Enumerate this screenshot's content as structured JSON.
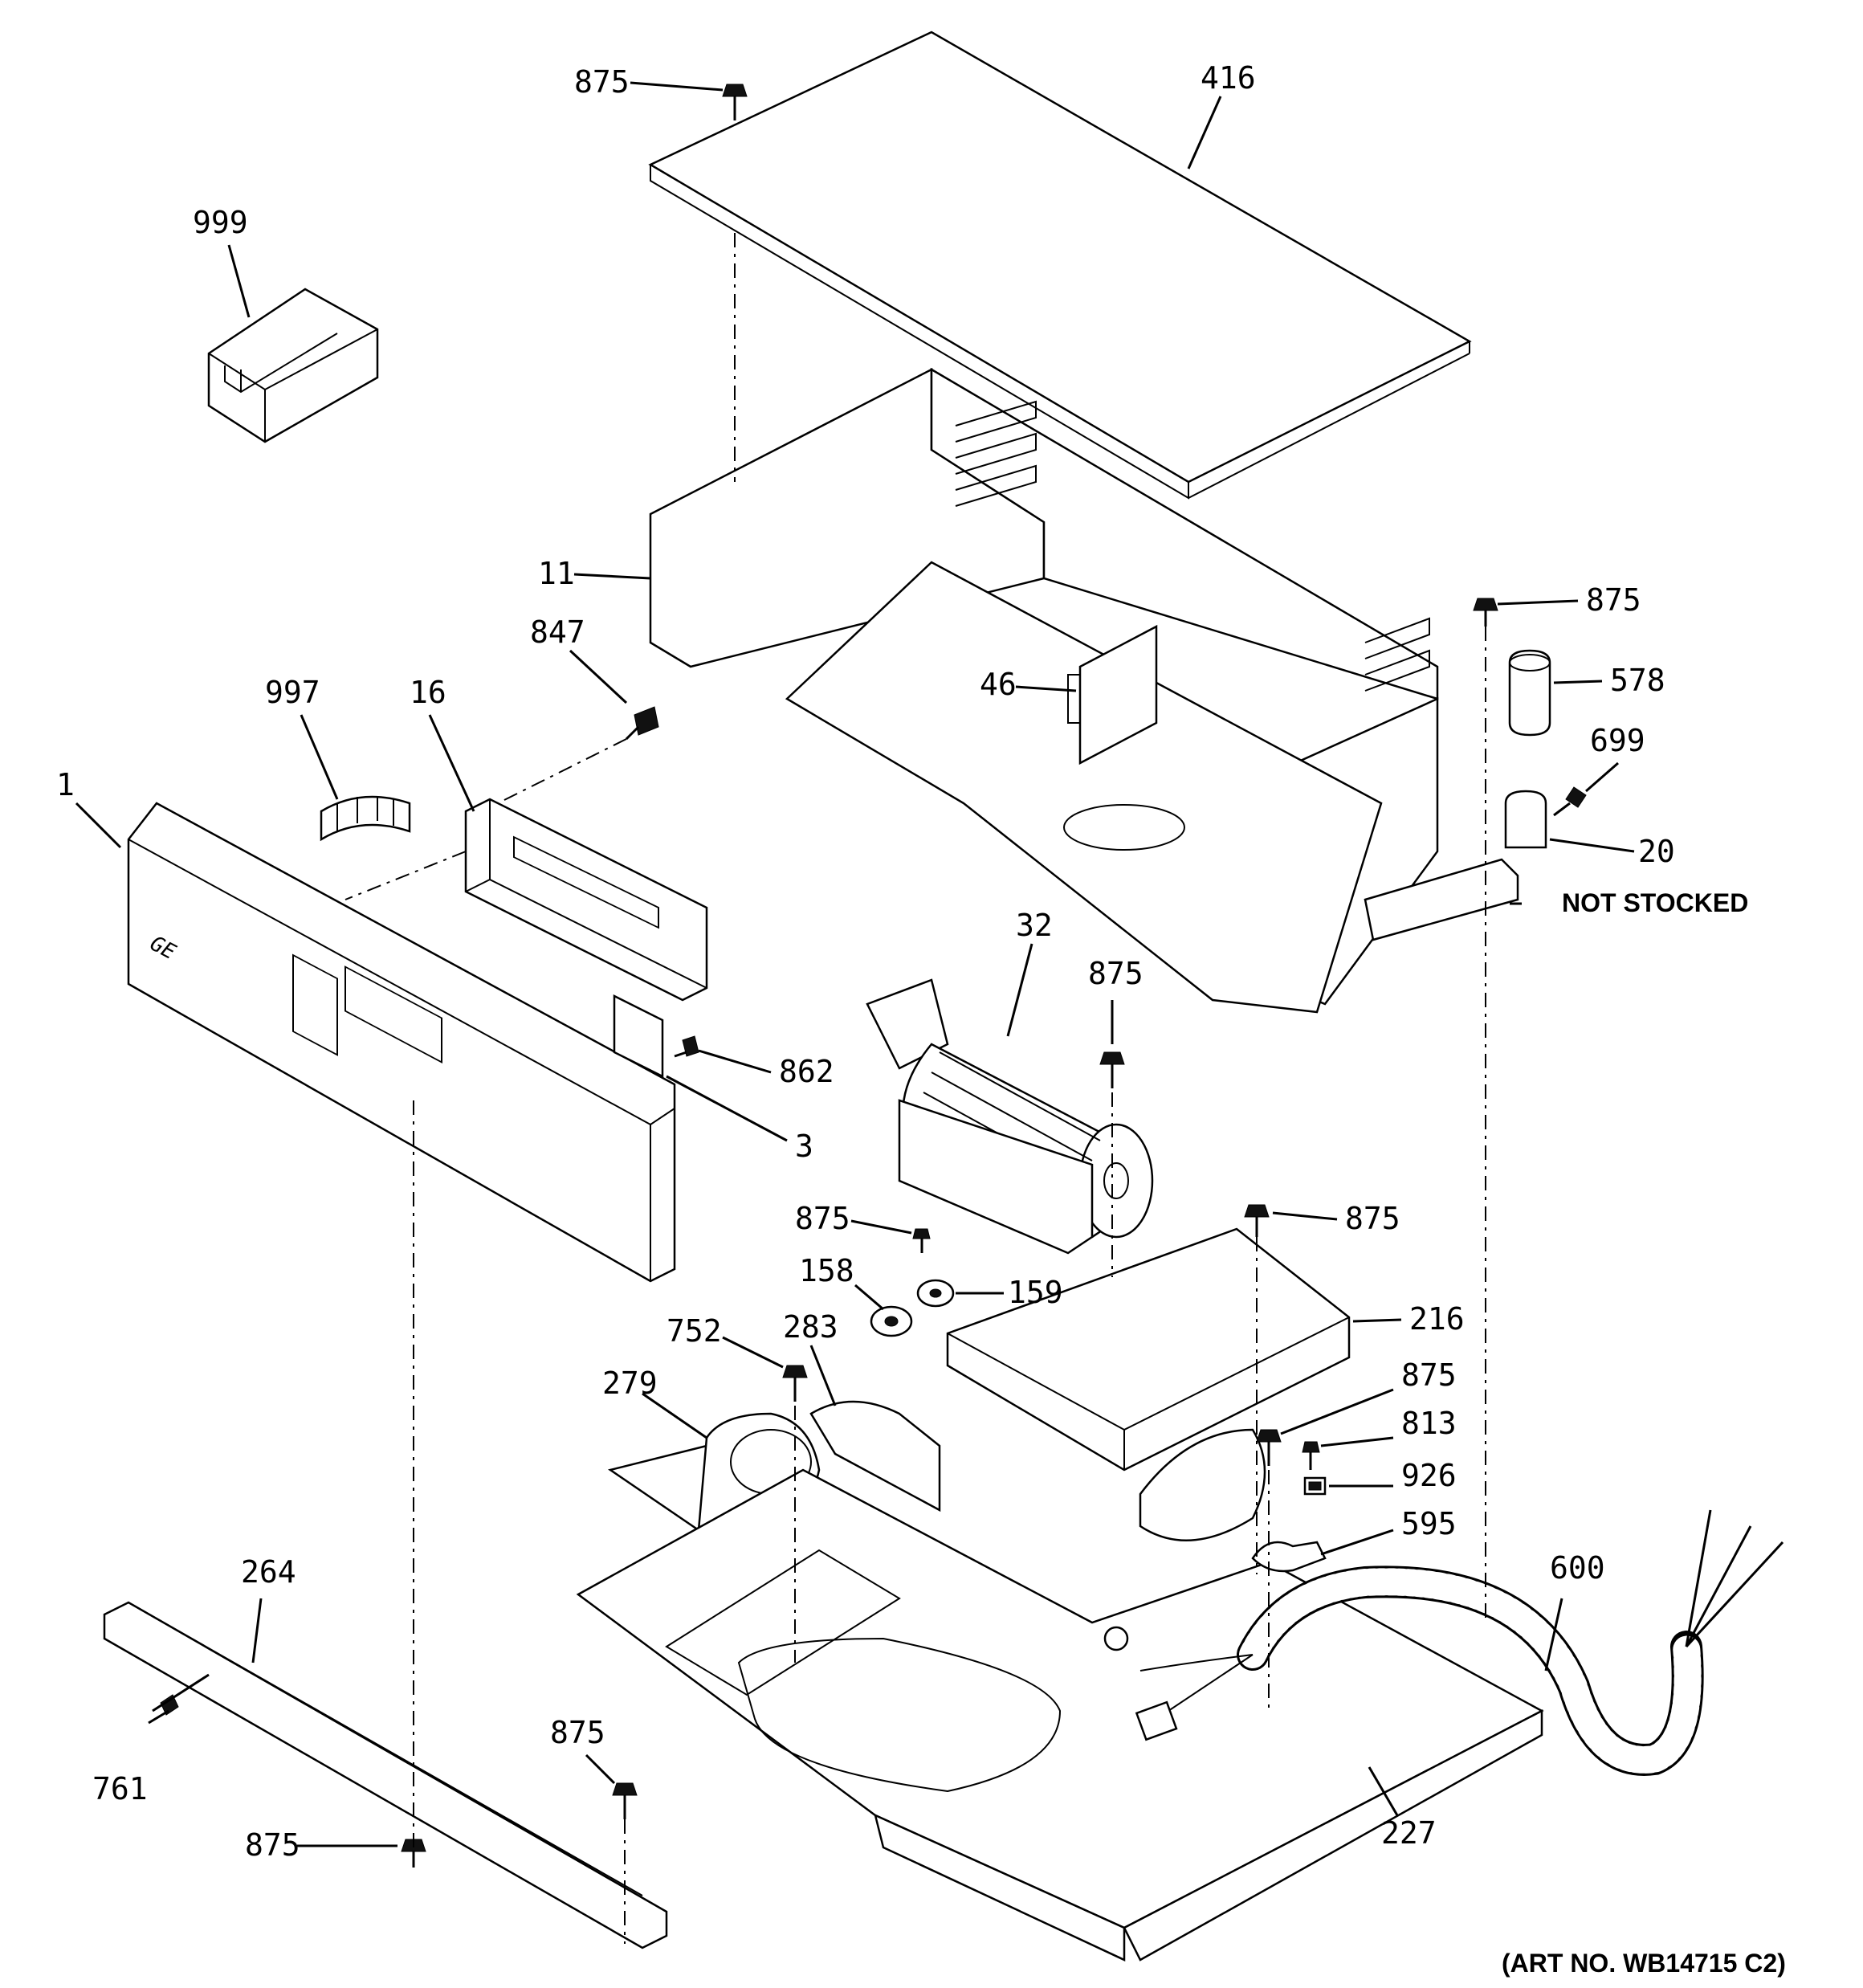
{
  "callouts": {
    "c875_top": "875",
    "c416": "416",
    "c999": "999",
    "c11": "11",
    "c875_r1": "875",
    "c578": "578",
    "c699": "699",
    "c20": "20",
    "c847": "847",
    "c997": "997",
    "c16": "16",
    "c46": "46",
    "c1": "1",
    "c32": "32",
    "c875_fan": "875",
    "c862": "862",
    "c3": "3",
    "c875_mid": "875",
    "c875_r2": "875",
    "c158": "158",
    "c159": "159",
    "c216": "216",
    "c752": "752",
    "c283": "283",
    "c279": "279",
    "c875_r3": "875",
    "c813": "813",
    "c926": "926",
    "c595": "595",
    "c264": "264",
    "c600": "600",
    "c875_bl": "875",
    "c761": "761",
    "c875_b": "875",
    "c227": "227"
  },
  "notes": {
    "not_stocked": "NOT STOCKED",
    "art_no": "(ART NO. WB14715 C2)"
  },
  "icons": [
    "screw-icon",
    "capacitor-icon",
    "fan-icon",
    "thermostat-icon",
    "wire-harness-icon",
    "kit-box-icon"
  ]
}
